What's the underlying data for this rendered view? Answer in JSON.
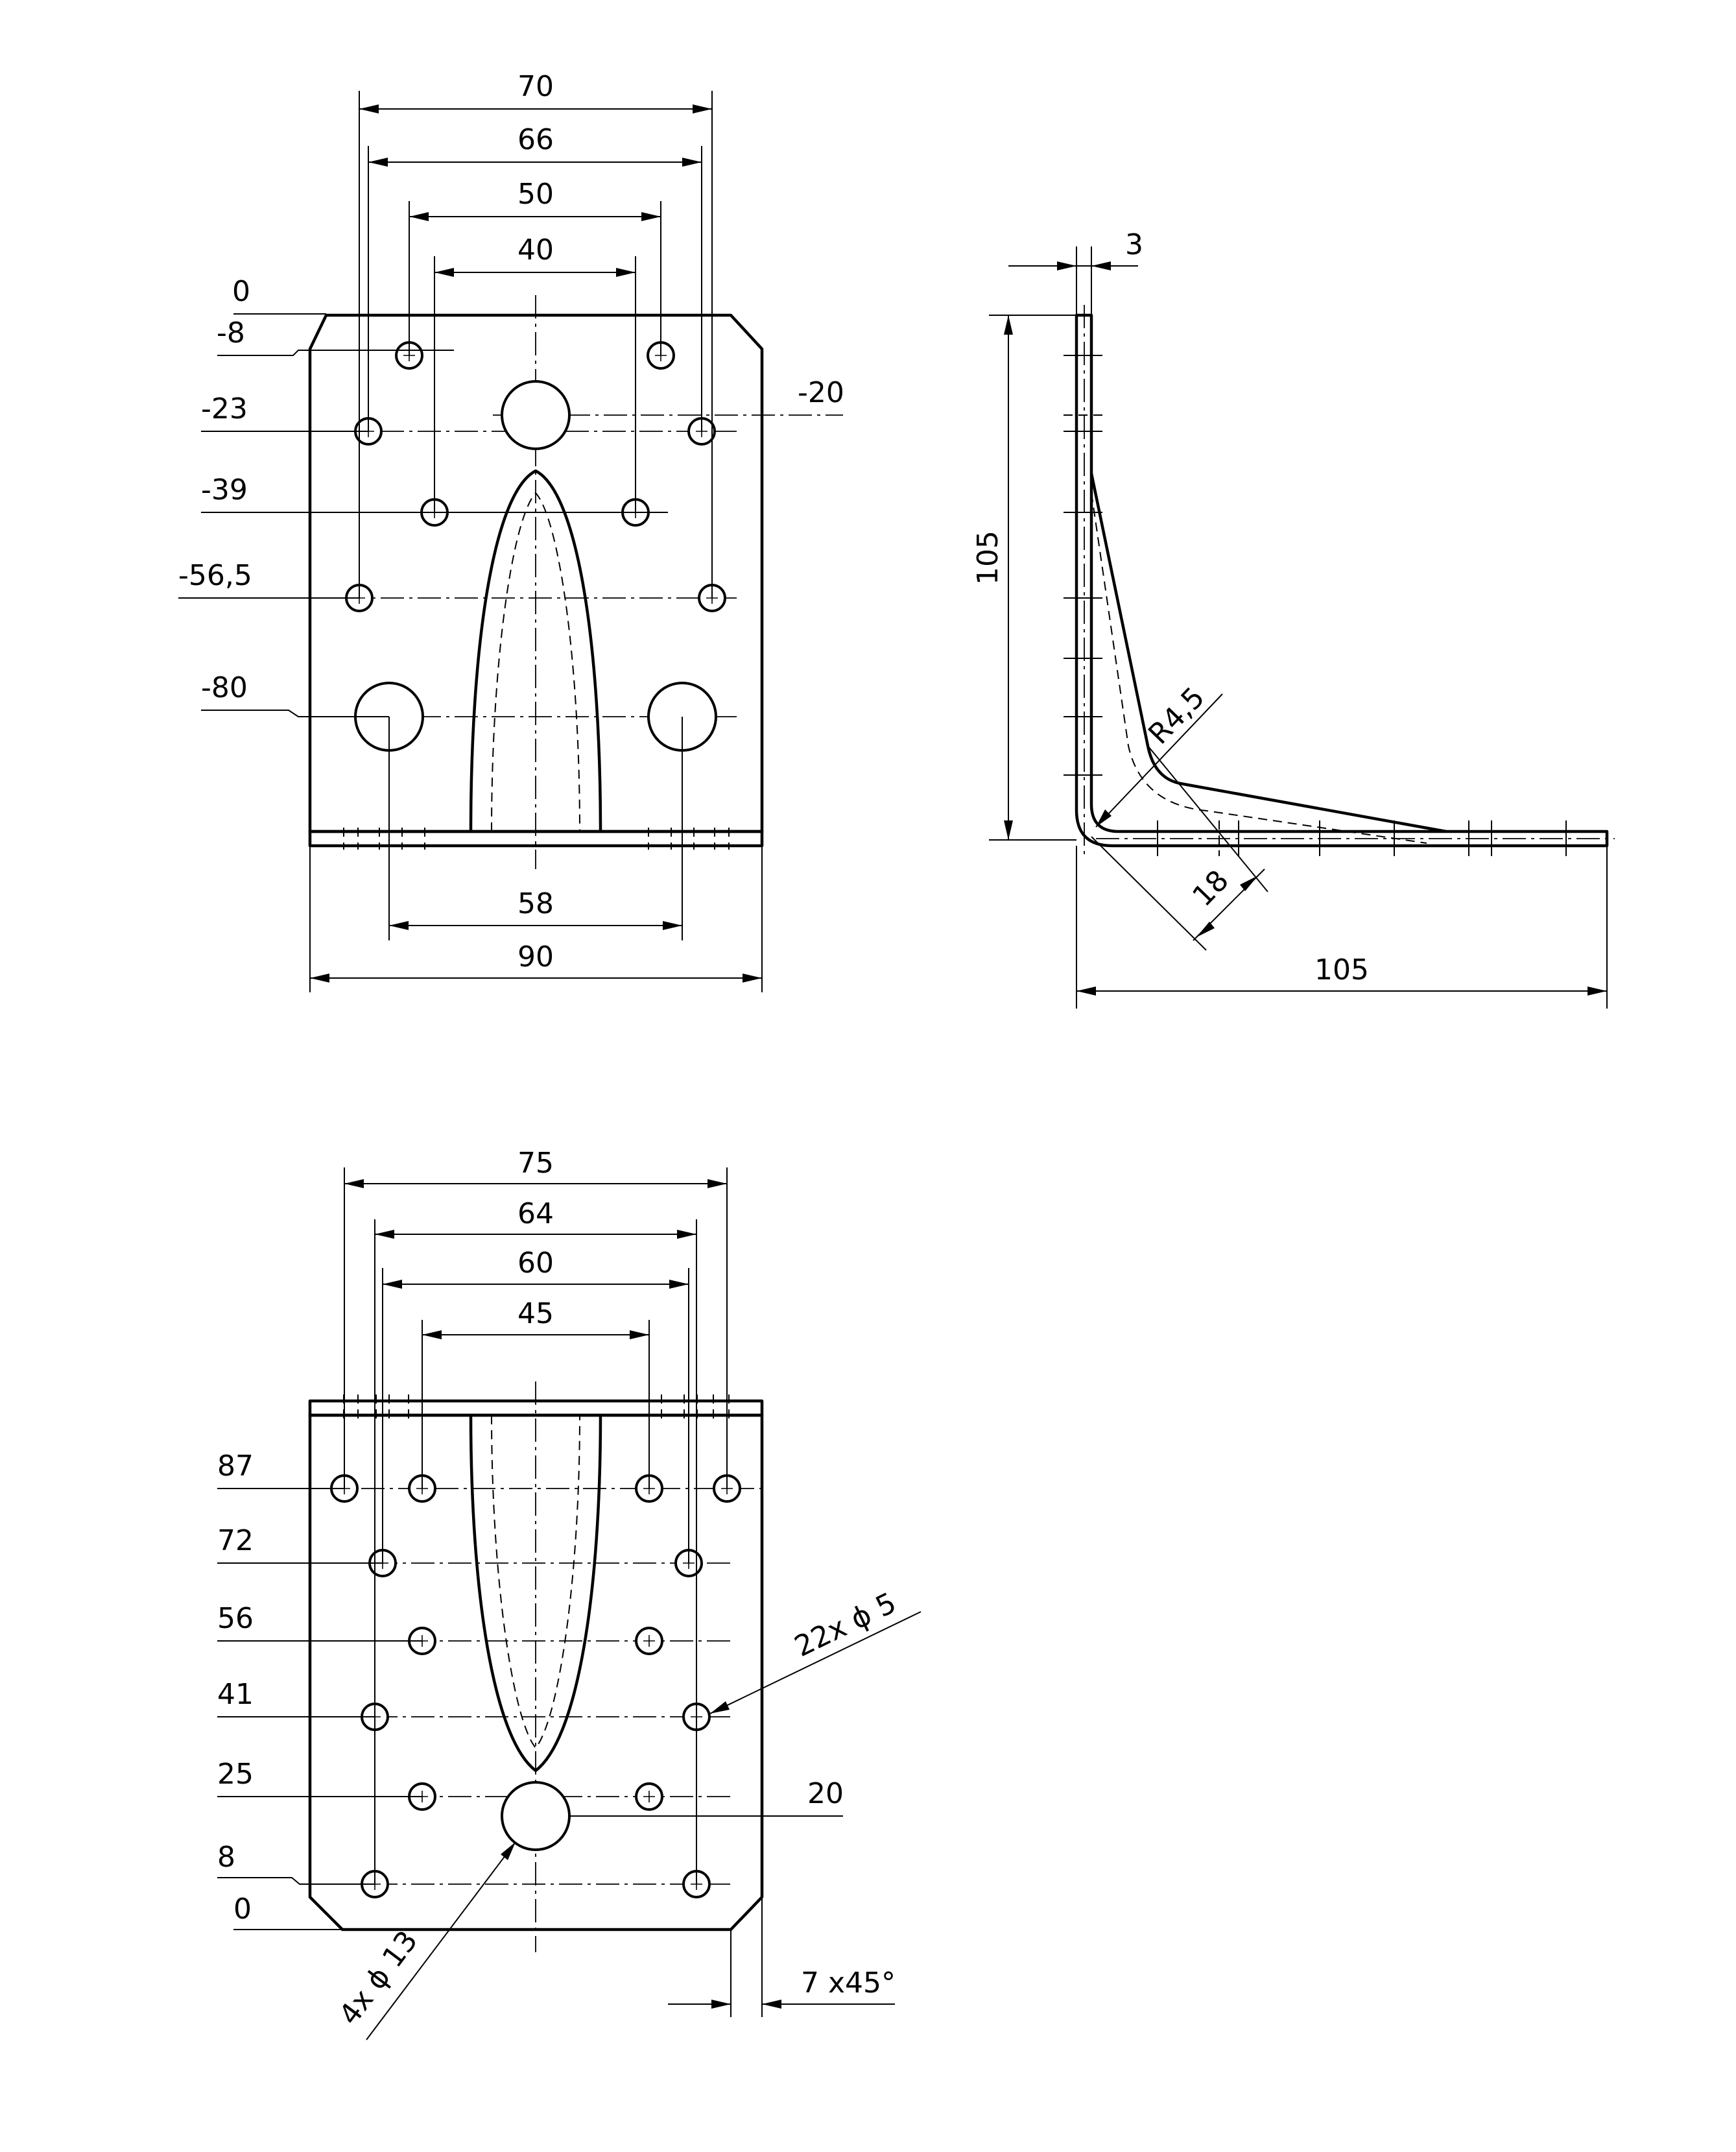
{
  "front_view": {
    "top_dims": [
      "70",
      "66",
      "50",
      "40"
    ],
    "bottom_dims": [
      "58",
      "90"
    ],
    "row_labels": [
      "0",
      "-8",
      "-23",
      "-39",
      "-56,5",
      "-80"
    ],
    "large_hole_label": "-20"
  },
  "side_view": {
    "thickness": "3",
    "height": "105",
    "length": "105",
    "radius": "R4,5",
    "rib": "18"
  },
  "bottom_view": {
    "top_dims": [
      "75",
      "64",
      "60",
      "45"
    ],
    "row_labels": [
      "87",
      "72",
      "56",
      "41",
      "25",
      "8",
      "0"
    ],
    "large_hole_label": "20",
    "small_holes_callout": "22x ϕ 5",
    "large_holes_callout": "4x ϕ 13",
    "chamfer_callout": "7 x45°"
  }
}
